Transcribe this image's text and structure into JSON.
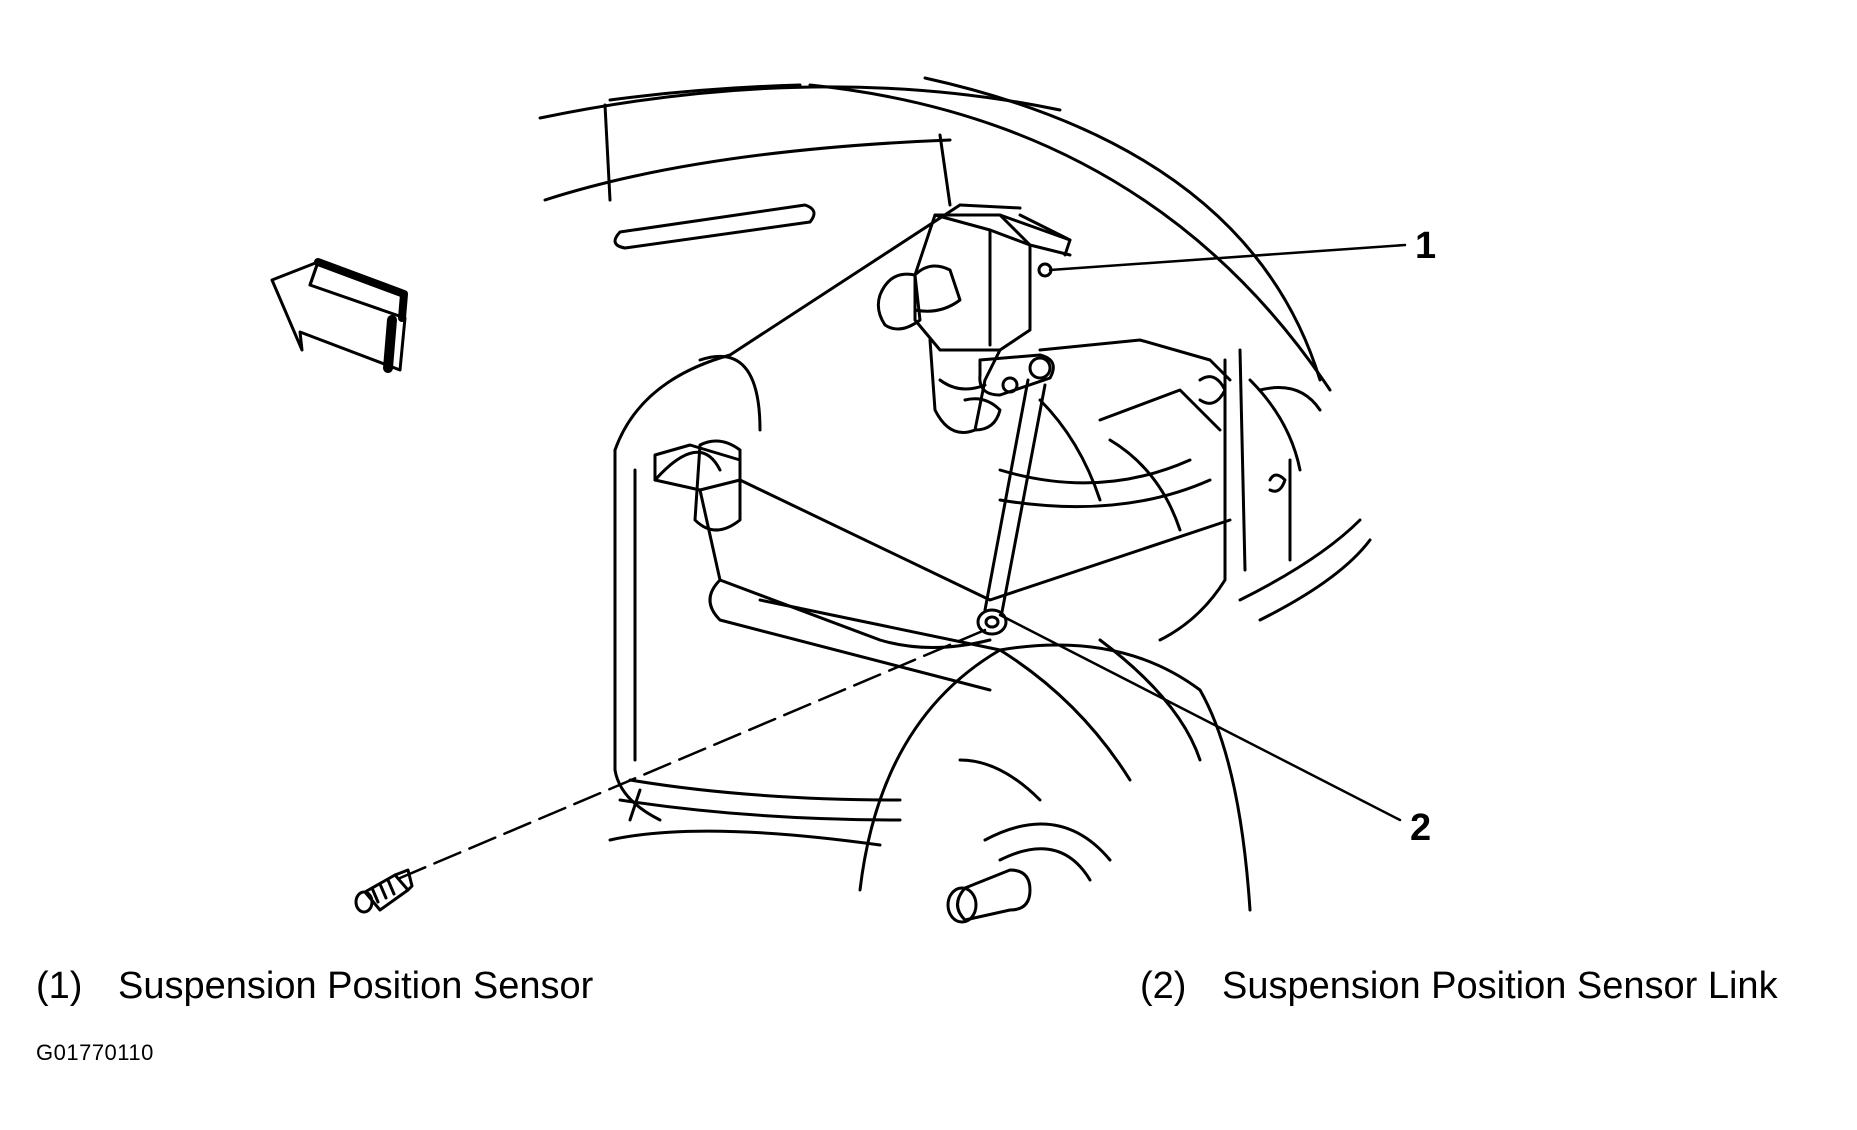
{
  "callouts": [
    {
      "number": "1",
      "description": "Suspension Position Sensor"
    },
    {
      "number": "2",
      "description": "Suspension Position Sensor Link"
    }
  ],
  "legend": [
    {
      "key": "(1)",
      "text": "Suspension Position Sensor"
    },
    {
      "key": "(2)",
      "text": "Suspension Position Sensor Link"
    }
  ],
  "figure_code": "G01770110",
  "icons": {
    "direction_arrow": "arrow-forward-icon",
    "fastener": "bolt-icon"
  }
}
